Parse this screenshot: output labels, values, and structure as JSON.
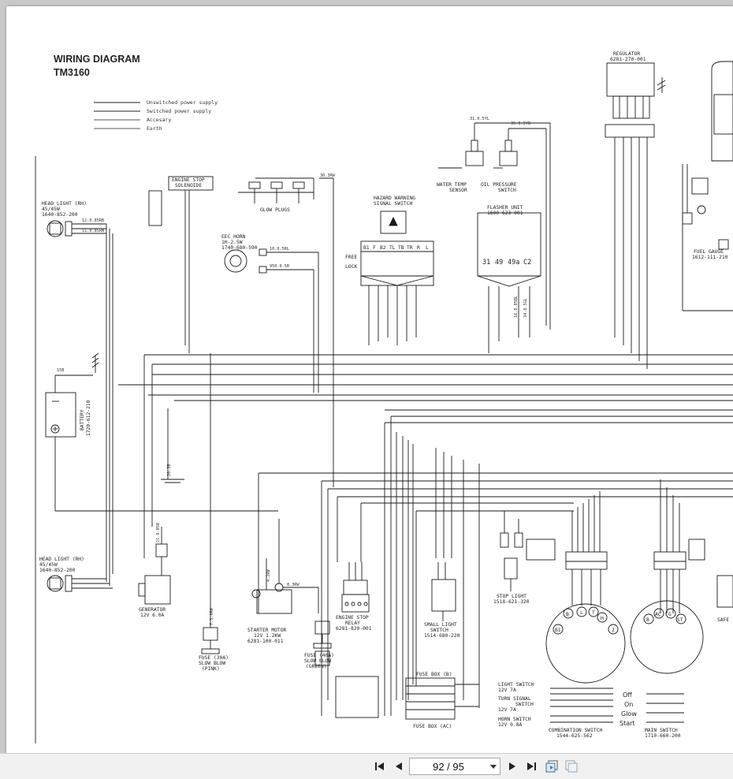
{
  "document": {
    "title": "WIRING DIAGRAM",
    "model": "TM3160",
    "legend": [
      "Unswitched power supply",
      "Switched power supply",
      "Accesary",
      "Earth"
    ]
  },
  "components": {
    "head_light_top": [
      "HEAD LIGHT (RH)",
      "45/45W",
      "1640-852-200"
    ],
    "engine_stop_solenoide": [
      "ENGINE STOP",
      "SOLENOIDE"
    ],
    "glow_plugs": "GLOW PLUGS",
    "eec_horn": [
      "EEC HORN",
      "1H-2.5W",
      "1740-680-590"
    ],
    "hazard_switch": [
      "HAZARD WARNING",
      "SIGNAL SWITCH"
    ],
    "hazard_columns": [
      "B1",
      "F",
      "B2",
      "TL",
      "TB",
      "TR",
      "R",
      "L"
    ],
    "hazard_rows": [
      "FREE",
      "LOCK"
    ],
    "flasher_unit": [
      "FLASHER UNIT",
      "1600-623-001"
    ],
    "flasher_terminals": [
      "31",
      "49",
      "49a",
      "C2"
    ],
    "water_temp_sensor": [
      "WATER TEMP",
      "SENSOR"
    ],
    "oil_pressure_switch": [
      "OIL PRESSURE",
      "SWITCH"
    ],
    "regulator": [
      "REGULATOR",
      "6281-270-001"
    ],
    "fuel_gauge": [
      "FUEL GAUGE",
      "1612-111-210"
    ],
    "battery": [
      "BATTERY",
      "1720-612-210"
    ],
    "head_light_bottom": [
      "HEAD LIGHT (RH)",
      "45/45W",
      "1640-852-200"
    ],
    "generator": [
      "GENERATOR",
      "12V 6.0A"
    ],
    "starter_motor": [
      "STARTER MOTOR",
      "12V 1.2KW",
      "6281-100-011"
    ],
    "fuse_30a": [
      "FUSE (30A)",
      "SLOW BLOW",
      "(PINK)"
    ],
    "fuse_40a": [
      "FUSE (40A)",
      "SLOW BLOW",
      "(GREEN)"
    ],
    "engine_stop_relay": [
      "ENGINE STOP",
      "RELAY",
      "6281-820-001"
    ],
    "small_light_switch": [
      "SMALL LIGHT",
      "SWITCH",
      "1514-680-220"
    ],
    "stop_light": [
      "STOP LIGHT",
      "1518-621-320"
    ],
    "fuse_box_b": "FUSE BOX (B)",
    "fuse_box_ac": "FUSE BOX (AC)",
    "combination_switch": [
      "COMBINATION SWITCH",
      "1544-625-562"
    ],
    "combination_terminals": [
      "B1",
      "B",
      "L",
      "T",
      "H",
      "2"
    ],
    "light_switch": [
      "LIGHT SWITCH",
      "12V 7A"
    ],
    "turn_signal_switch": [
      "TURN SIGNAL",
      "SWITCH",
      "12V 7A"
    ],
    "horn_switch": [
      "HORN SWITCH",
      "12V 0.8A"
    ],
    "main_switch": [
      "MAIN SWITCH",
      "1710-660-200"
    ],
    "main_switch_terminals": [
      "B",
      "AC",
      "G",
      "ST"
    ],
    "main_switch_positions": [
      "Off",
      "On",
      "Glow",
      "Start"
    ],
    "safety": "SAFE"
  },
  "wire_labels": [
    "30.3RW",
    "31.0.5YL",
    "35.0.5YB",
    "10.0.5RL",
    "950.0.5B",
    "12.0.85RB",
    "11.0.85RW",
    "15B",
    "20.3B",
    "21.0.85B",
    "4.2RW",
    "8.3RW",
    "7.3.0RW",
    "34.0.5GL",
    "16.0.85BL"
  ],
  "toolbar": {
    "page_display": "92 / 95",
    "first_icon": "first-page-icon",
    "prev_icon": "previous-page-icon",
    "next_icon": "next-page-icon",
    "last_icon": "last-page-icon",
    "rotate_icon": "copy-pages-icon"
  }
}
